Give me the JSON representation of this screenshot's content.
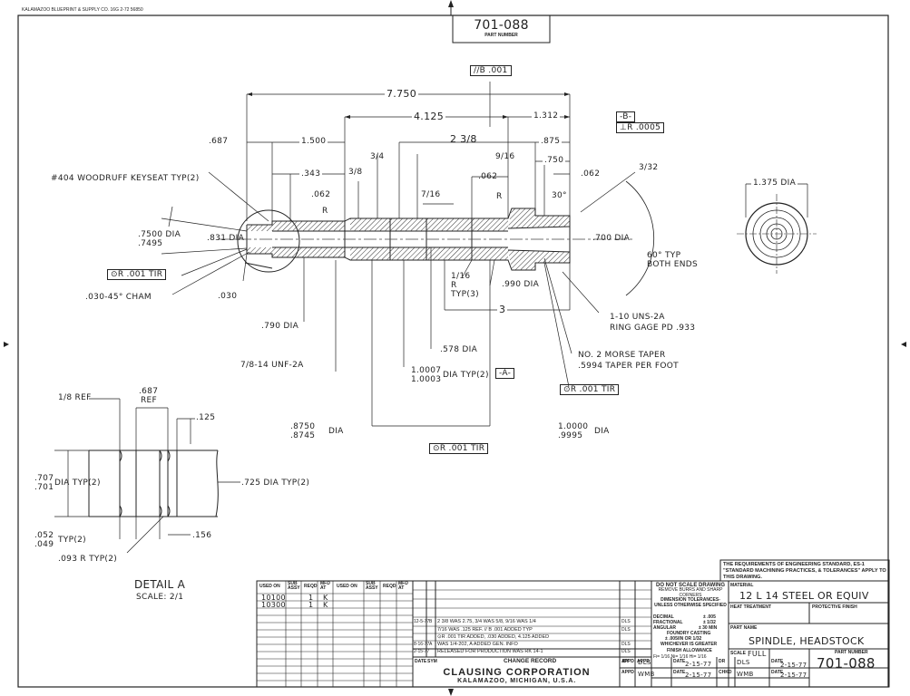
{
  "header": {
    "vendor": "KALAMAZOO BLUEPRINT & SUPPLY CO. 16G 2-72 56850"
  },
  "part_box": {
    "number": "701-088",
    "label": "PART NUMBER"
  },
  "dimensions": {
    "overall": "7.750",
    "d4125": "4.125",
    "d1312": "1.312",
    "d2_3_8": "2 3/8",
    "d1500": "1.500",
    "d687": ".687",
    "d343": ".343",
    "d062a": ".062",
    "d3_8": "3/8",
    "d3_4": "3/4",
    "d9_16": "9/16",
    "d062b": ".062",
    "d875": ".875",
    "d750": ".750",
    "d062c": ".062",
    "d3_32": "3/32",
    "d7_16": "7/16",
    "cham30": "30°",
    "d_r1": "R",
    "d_r2": "R",
    "dia7500": ".7500 DIA",
    "dia7495": ".7495",
    "dia831": ".831 DIA",
    "dia700": ".700 DIA",
    "runout1": "⊙R .001 TIR",
    "cham": ".030-45° CHAM",
    "d030": ".030",
    "dia790": ".790 DIA",
    "r1_16": "1/16 R TYP(3)",
    "dia990": ".990 DIA",
    "d3": "3",
    "thread1": "1-10 UNS-2A",
    "ring": "RING GAGE PD .933",
    "dia578": ".578 DIA",
    "taper1": "NO. 2 MORSE TAPER",
    "taper2": ".5994 TAPER PER FOOT",
    "thread2": "7/8-14 UNF-2A",
    "dia10007": "1.0007",
    "dia10003": "1.0003",
    "dia_typ2": "DIA TYP(2)",
    "datum_a": "-A-",
    "runout2": "⊙R .001 TIR",
    "dia8750": ".8750",
    "dia8745": ".8745",
    "dia_txt": "DIA",
    "dia10000": "1.0000",
    "dia9995": ".9995",
    "dia_txt2": "DIA",
    "runout3": "⊙R .001 TIR",
    "angle60": "60° TYP",
    "angle_both": "BOTH ENDS",
    "woodruff": "#404 WOODRUFF KEYSEAT TYP(2)",
    "datum_b": "-B-",
    "runout_b": "⊥R .0005",
    "runout_top": "//B .001",
    "end_dia": "1.375 DIA"
  },
  "detail": {
    "ref1": "1/8 REF",
    "ref2": ".687",
    "ref2b": "REF",
    "d125": ".125",
    "dia707": ".707",
    "dia701": ".701",
    "dia_typ": "DIA TYP(2)",
    "dia725": ".725 DIA TYP(2)",
    "d052": ".052",
    "d049": ".049",
    "typ2": "TYP(2)",
    "d156": ".156",
    "r093": ".093 R TYP(2)",
    "title": "DETAIL A",
    "scale": "SCALE: 2/1"
  },
  "requirements": "THE REQUIREMENTS OF ENGINEERING STANDARD, ES-1 \"STANDARD MACHINING PRACTICES, & TOLERANCES\" APPLY TO THIS DRAWING.",
  "usage_table": {
    "headers": [
      "USED ON",
      "SUB ASSY",
      "REQD",
      "MFD AT",
      "USED ON",
      "SUB ASSY",
      "REQD",
      "MFD AT"
    ],
    "rows": [
      [
        "10100",
        "",
        "1",
        "K"
      ],
      [
        "10300",
        "",
        "1",
        "K"
      ]
    ]
  },
  "change_record": {
    "title": "CHANGE RECORD",
    "headers": [
      "DATE",
      "SYM",
      "BY",
      "APPD"
    ],
    "rows": [
      {
        "date": "12-5-77",
        "sym": "B",
        "text": "2 3/8 WAS 2.75, 3/4 WAS 5/8, 9/16 WAS 1/4",
        "by": "DLS",
        "appd": ""
      },
      {
        "date": "",
        "sym": "",
        "text": "7/16 WAS .125 REF. // B .001 ADDED TYP",
        "by": "DLS",
        "appd": ""
      },
      {
        "date": "",
        "sym": "",
        "text": "⊙R .001 TIR ADDED, .030 ADDED, 4.125 ADDED",
        "by": "",
        "appd": ""
      },
      {
        "date": "8-16-77",
        "sym": "A",
        "text": "WAS 1/4-202, A ADDED GEN. INFO",
        "by": "DLS",
        "appd": ""
      },
      {
        "date": "2-15-77",
        "sym": "",
        "text": "RELEASED FOR PRODUCTION WAS RK 14-1",
        "by": "DLS",
        "appd": ""
      }
    ]
  },
  "company": {
    "name": "CLAUSING CORPORATION",
    "location": "KALAMAZOO, MICHIGAN, U.S.A."
  },
  "notes": {
    "l1": "DO NOT SCALE DRAWING",
    "l2": "REMOVE BURRS AND SHARP CORNERS",
    "l3": "DIMENSION TOLERANCES- UNLESS OTHERWISE SPECIFIED",
    "decimal": "DECIMAL",
    "decimal_v": "± .005",
    "fractional": "FRACTIONAL",
    "fractional_v": "± 1/32",
    "angular": "ANGULAR",
    "angular_v": "± 30 MIN",
    "foundry": "FOUNDRY CASTING",
    "foundry_v": "± .005/IN OR 1/32",
    "whichever": "WHICHEVER IS GREATER",
    "finish": "FINISH ALLOWANCE",
    "finish_v": "Fi= 1/16 Ni= 1/16 Hi= 1/16"
  },
  "titleblock": {
    "material_label": "MATERIAL",
    "material": "12 L 14 STEEL OR EQUIV",
    "heat_label": "HEAT TREATMENT",
    "finish_label": "PROTECTIVE FINISH",
    "partname_label": "PART NAME",
    "partname": "SPINDLE, HEADSTOCK",
    "scale_label": "SCALE",
    "scale": "FULL",
    "partnum_label": "PART NUMBER",
    "partnum": "701-088",
    "appd_label": "APPD",
    "appd": "DLS",
    "date_label": "DATE",
    "date1": "2-15-77",
    "dr_label": "DR",
    "dr": "DLS",
    "date2": "2-15-77",
    "chkd_label": "CHKD",
    "chkd": "WMB",
    "date3": "2-15-77",
    "appd2": "WMB"
  }
}
